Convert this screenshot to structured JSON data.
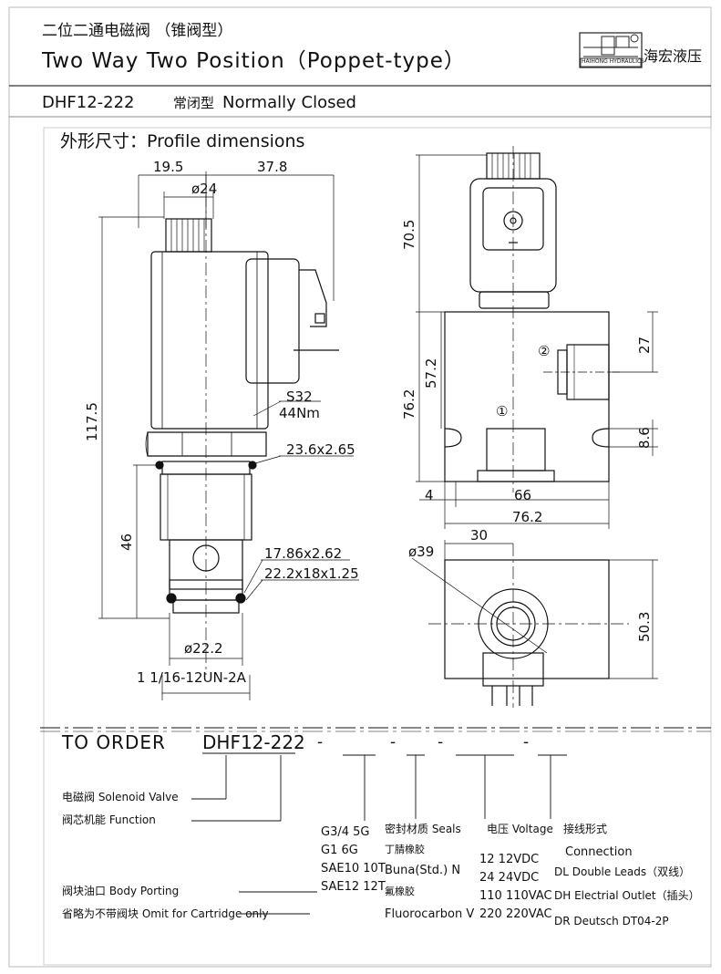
{
  "header": {
    "title_cn": "二位二通电磁阀 （锥阀型）",
    "title_en": "Two Way Two Position（Poppet-type）",
    "logo_text": "HAIHONG HYDRAULICS",
    "brand_cn": "海宏液压"
  },
  "model_line": {
    "model": "DHF12-222",
    "type_cn": "常闭型",
    "type_en": "Normally Closed"
  },
  "section": {
    "profile_label": "外形尺寸：Profile dimensions"
  },
  "dimensions": {
    "d19_5": "19.5",
    "d37_8": "37.8",
    "d24": "ø24",
    "d70_5": "70.5",
    "s32": "S32",
    "nm44": "44Nm",
    "oring1": "23.6x2.65",
    "d117_5": "117.5",
    "d46": "46",
    "oring2": "17.86x2.62",
    "thread2": "22.2x18x1.25",
    "d22_2": "ø22.2",
    "thread_main": "1  1/16-12UN-2A",
    "d57_2": "57.2",
    "d76_2v": "76.2",
    "d27": "27",
    "d8_6": "8.6",
    "d4": "4",
    "d66": "66",
    "d76_2h": "76.2",
    "d30": "30",
    "d39": "ø39",
    "d50_3": "50.3",
    "port1": "①",
    "port2": "②"
  },
  "order": {
    "heading": "TO ORDER",
    "code": "DHF12-222",
    "sep1": "-",
    "sep2": "-",
    "sep3": "-",
    "sep4": "-",
    "solenoid": "电磁阀 Solenoid Valve",
    "function": "阀芯机能 Function",
    "body_porting": "阀块油口 Body Porting",
    "omit": "省略为不带阀块 Omit for Cartridge only",
    "ports": [
      "G3/4  5G",
      "G1   6G",
      "SAE10 10T",
      "SAE12 12T"
    ],
    "seals_title": "密封材质 Seals",
    "seals_buna_cn": "丁腈橡胶",
    "seals_buna": "Buna(Std.)   N",
    "seals_fluoro_cn": "氟橡胶",
    "seals_fluoro": "Fluorocarbon  V",
    "voltage_title": "电压 Voltage",
    "voltages": [
      "12   12VDC",
      "24   24VDC",
      "110  110VAC",
      "220  220VAC"
    ],
    "conn_title": "接线形式",
    "conn_en": "Connection",
    "conns": [
      "DL  Double Leads（双线）",
      "DH  Electrial Outlet（插头）",
      "DR  Deutsch DT04-2P"
    ]
  }
}
